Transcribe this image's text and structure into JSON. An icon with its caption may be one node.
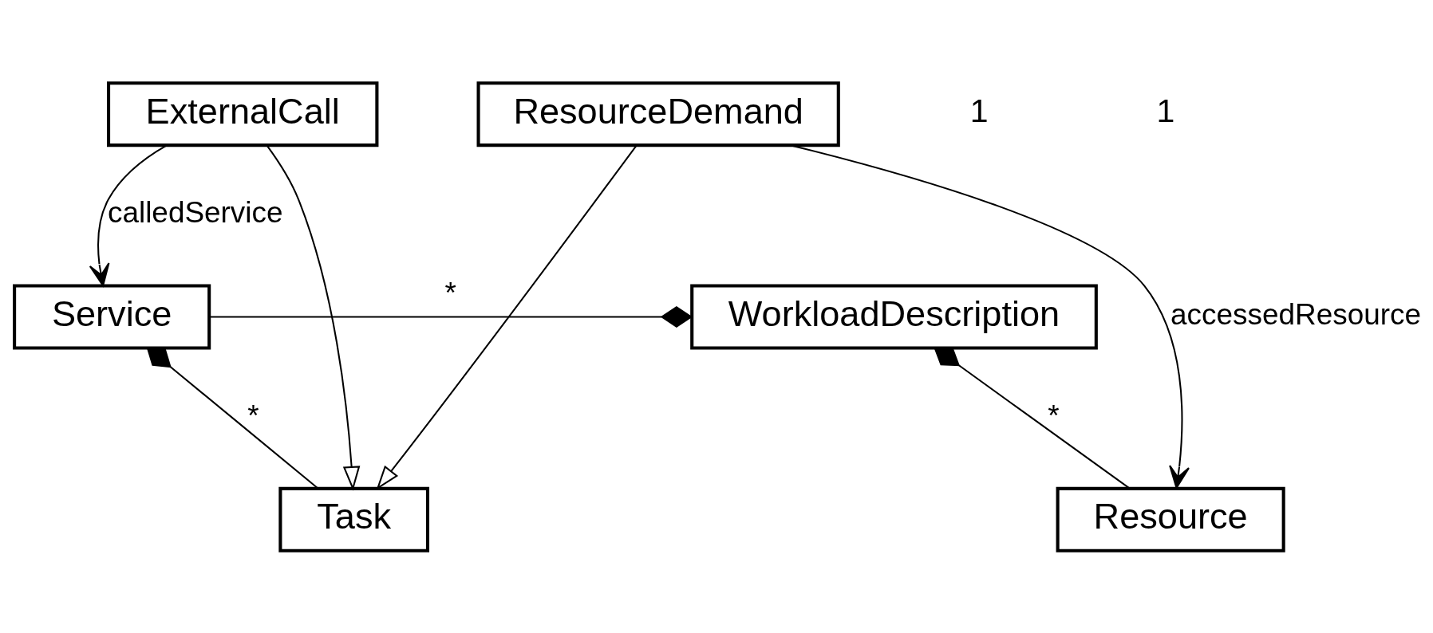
{
  "diagram": {
    "nodes": [
      {
        "text": [
          "Service"
        ]
      },
      {
        "text": [
          "WorkloadDescription"
        ]
      },
      {
        "text": [
          "Task"
        ]
      },
      {
        "text": [
          "Resource"
        ]
      },
      {
        "text": [
          "ExternalCall"
        ]
      },
      {
        "text": [
          "ResourceDemand"
        ]
      }
    ],
    "edges": [
      {
        "from": 1,
        "to": 0,
        "arrow": "other",
        "label": "*"
      },
      {
        "from": 0,
        "to": 2,
        "arrow": "other",
        "label": "*"
      },
      {
        "from": 1,
        "to": 3,
        "arrow": "other",
        "label": "*"
      },
      {
        "from": 4,
        "to": 2,
        "arrow": "to"
      },
      {
        "from": 5,
        "to": 2,
        "arrow": "to"
      },
      {
        "from": 4,
        "to": 0,
        "arrow": "to",
        "label": "calledService"
      },
      {
        "from": 5,
        "to": 3,
        "arrow": "to",
        "label": "accessedResource"
      }
    ],
    "labels": [
      "1",
      "1"
    ]
  }
}
